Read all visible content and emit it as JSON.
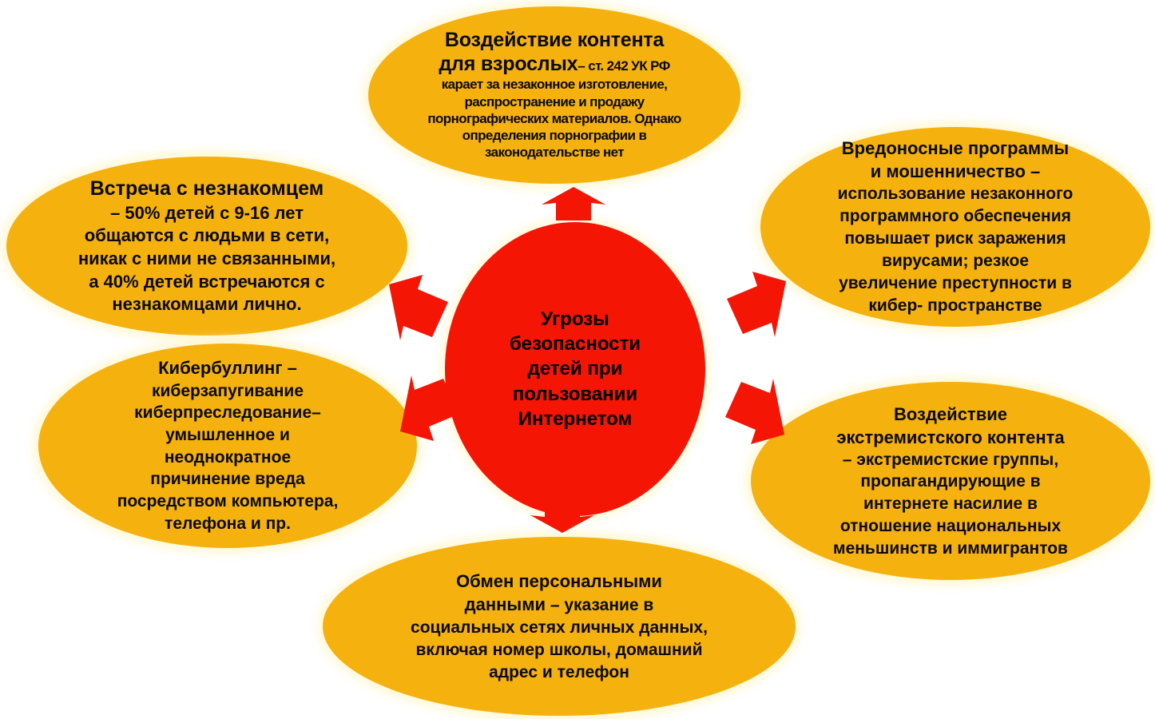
{
  "diagram": {
    "title": "Угрозы безопасности детей при пользовании Интернетом",
    "colors": {
      "ellipse_fill": "#F5B10E",
      "center_fill": "#F51505",
      "arrow_fill": "#F51505",
      "text": "#000000",
      "background": "#FFFFFF",
      "glow": "#FFF6C8"
    },
    "center": {
      "label": "Угрозы безопасности детей при пользовании Интернетом",
      "line1": "Угрозы",
      "line2": "безопасности",
      "line3": "детей при",
      "line4": "пользовании",
      "line5": "Интернетом"
    },
    "nodes": [
      {
        "id": "adult-content",
        "position": "top",
        "heading": "Воздействие контента для взрослых",
        "heading_line1": "Воздействие контента",
        "heading_line2": "для взрослых",
        "body_inline": "– ст. 242 УК РФ",
        "body": "карает за незаконное изготовление, распространение и продажу порнографических материалов. Однако определения порнографии в законодательстве нет",
        "body_line1": "карает за незаконное изготовление,",
        "body_line2": "распространение и продажу",
        "body_line3": "порнографических материалов. Однако",
        "body_line4": "определения порнографии в",
        "body_line5": "законодательстве нет"
      },
      {
        "id": "stranger-meeting",
        "position": "left-top",
        "heading": "Встреча с незнакомцем",
        "body": "– 50% детей с 9-16 лет общаются с людьми в сети, никак с ними не связанными, а 40% детей встречаются с незнакомцами лично.",
        "body_line1": "– 50% детей с 9-16 лет",
        "body_line2": "общаются с людьми в сети,",
        "body_line3": "никак с ними не связанными,",
        "body_line4": "а 40% детей встречаются с",
        "body_line5": "незнакомцами лично."
      },
      {
        "id": "malware-fraud",
        "position": "right-top",
        "heading": "Вредоносные программы и мошенничество",
        "heading_line1": "Вредоносные программы",
        "heading_line2": "и мошенничество –",
        "body": "использование незаконного программного обеспечения повышает риск заражения вирусами; резкое увеличение преступности в кибер- пространстве",
        "body_line1": "использование незаконного",
        "body_line2": "программного обеспечения",
        "body_line3": "повышает риск заражения",
        "body_line4": "вирусами; резкое",
        "body_line5": "увеличение преступности в",
        "body_line6": "кибер- пространстве"
      },
      {
        "id": "cyberbullying",
        "position": "left-bottom",
        "heading": "Кибербуллинг –",
        "body": "киберзапугивание киберпреследование– умышленное и неоднократное причинение вреда посредством компьютера, телефона и пр.",
        "body_line1": "киберзапугивание",
        "body_line2": "киберпреследование–",
        "body_line3": "умышленное и",
        "body_line4": "неоднократное",
        "body_line5": "причинение вреда",
        "body_line6": "посредством компьютера,",
        "body_line7": "телефона и пр."
      },
      {
        "id": "extremist-content",
        "position": "right-bottom",
        "heading": "Воздействие экстремистского контента",
        "heading_line1": "Воздействие",
        "heading_line2": "экстремистского контента",
        "body": "– экстремистские группы, пропагандирующие в интернете насилие в отношение национальных меньшинств и иммигрантов",
        "body_line1": "– экстремистские группы,",
        "body_line2": "пропагандирующие в",
        "body_line3": "интернете насилие в",
        "body_line4": "отношение национальных",
        "body_line5": "меньшинств и иммигрантов"
      },
      {
        "id": "personal-data",
        "position": "bottom",
        "heading": "Обмен персональными данными",
        "heading_line1": "Обмен персональными",
        "heading_line2": "данными",
        "body_inline": "– указание в",
        "body": "социальных сетях личных данных, включая номер школы, домашний адрес и телефон",
        "body_line1": "социальных сетях личных данных,",
        "body_line2": "включая номер школы, домашний",
        "body_line3": "адрес и телефон"
      }
    ],
    "arrows": [
      {
        "id": "arrow-up",
        "direction": "up"
      },
      {
        "id": "arrow-down",
        "direction": "down"
      },
      {
        "id": "arrow-upper-left",
        "direction": "upper-left"
      },
      {
        "id": "arrow-lower-left",
        "direction": "lower-left"
      },
      {
        "id": "arrow-upper-right",
        "direction": "upper-right"
      },
      {
        "id": "arrow-lower-right",
        "direction": "lower-right"
      }
    ]
  }
}
